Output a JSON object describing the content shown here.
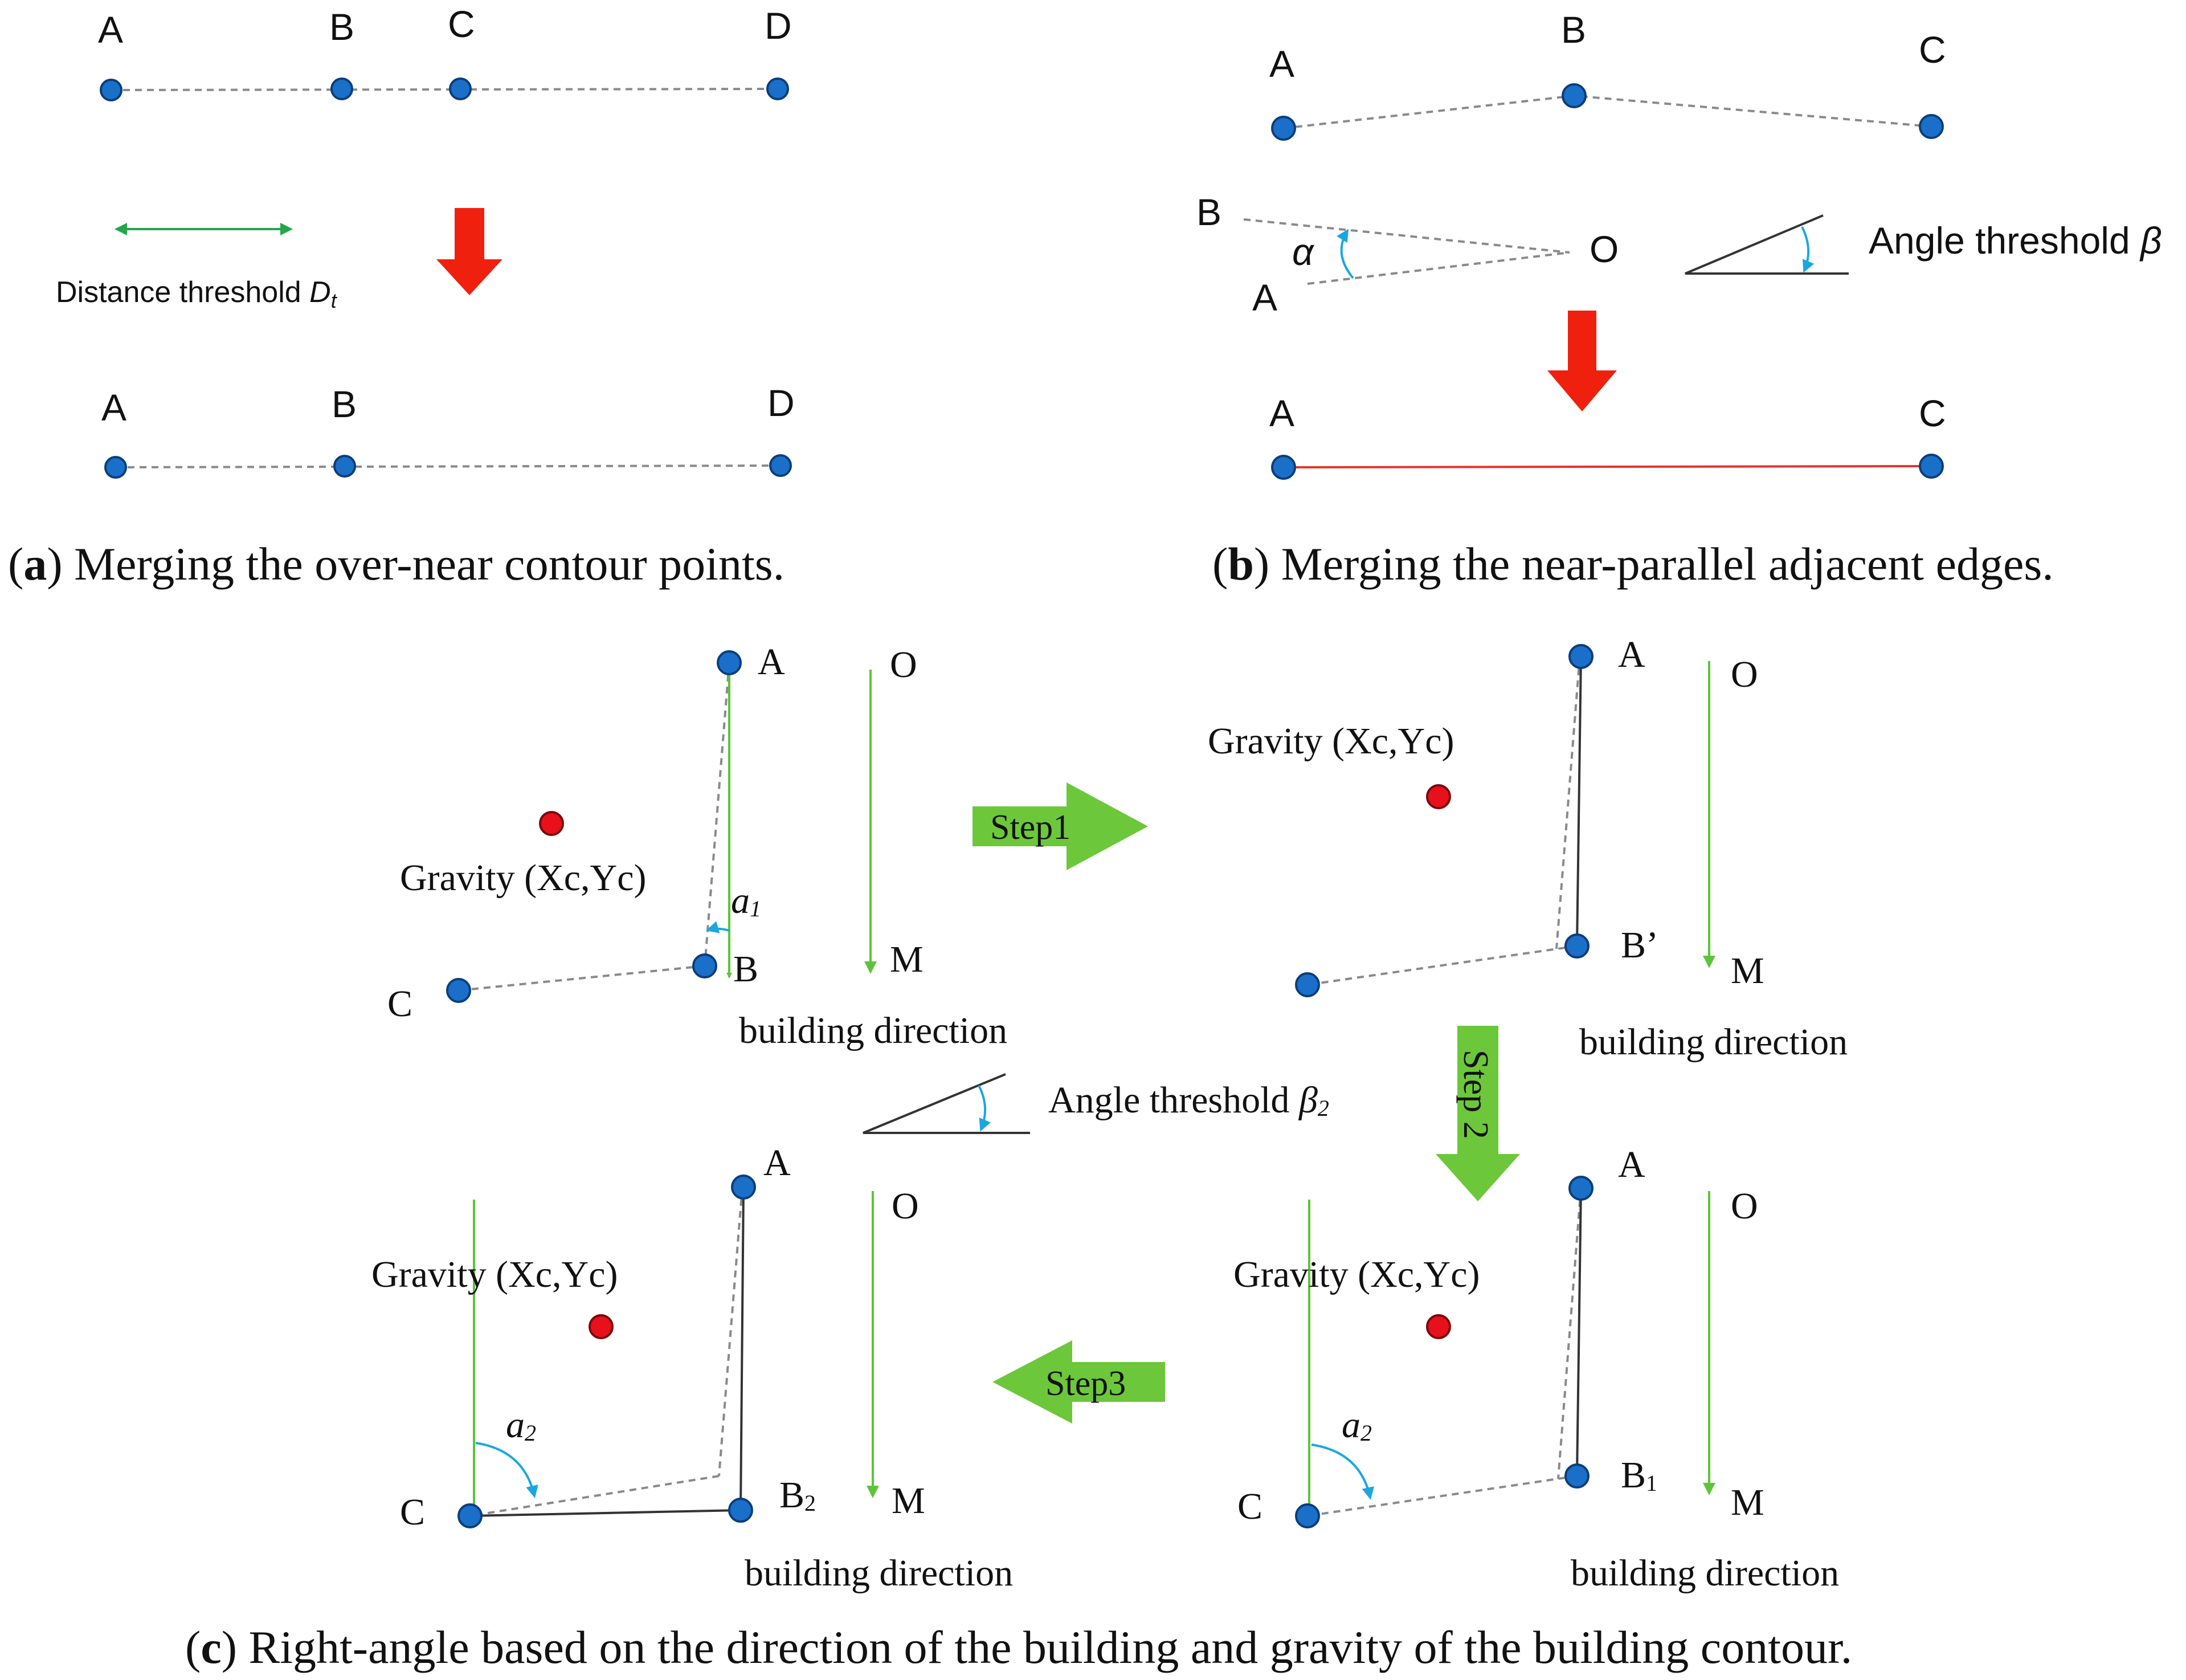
{
  "panel_a": {
    "top_labels": [
      "A",
      "B",
      "C",
      "D"
    ],
    "bottom_labels": [
      "A",
      "B",
      "D"
    ],
    "threshold_label": "Distance threshold ",
    "threshold_symbol": "D",
    "threshold_sub": "t",
    "caption_open": "(",
    "caption_letter": "a",
    "caption_rest": ") Merging the over-near contour points."
  },
  "panel_b": {
    "top_labels": [
      "A",
      "B",
      "C"
    ],
    "angle_B": "B",
    "angle_A": "A",
    "angle_O": "O",
    "alpha": "α",
    "threshold_label": "Angle threshold ",
    "threshold_symbol": "β",
    "bottom_labels": [
      "A",
      "C"
    ],
    "caption_open": "(",
    "caption_letter": "b",
    "caption_rest": ") Merging the near-parallel adjacent edges."
  },
  "panel_c": {
    "gravity_label": "Gravity (Xc,Yc)",
    "building_direction": "building direction",
    "label_A": "A",
    "label_B": "B",
    "label_B_prime": "B’",
    "label_B1": "B",
    "label_B1_sub": "1",
    "label_B2": "B",
    "label_B2_sub": "2",
    "label_C": "C",
    "label_O": "O",
    "label_M": "M",
    "a1": "a",
    "a1_sub": "1",
    "a2": "a",
    "a2_sub": "2",
    "step1": "Step1",
    "step2": "Step 2",
    "step3": "Step3",
    "threshold_label": "Angle threshold ",
    "threshold_symbol": "β",
    "threshold_sub": "2",
    "caption_open": "(",
    "caption_letter": "c",
    "caption_rest": ") Right-angle based on the direction of the building and gravity of the building contour."
  },
  "colors": {
    "point": "#1a6fc9",
    "gravity": "#e8101a",
    "arrow_red": "#f0200f",
    "arrow_green": "#6cc83a",
    "direction_line": "#5dc43a",
    "angle_arc": "#1aa7e0",
    "merged_edge": "#e3352b"
  }
}
